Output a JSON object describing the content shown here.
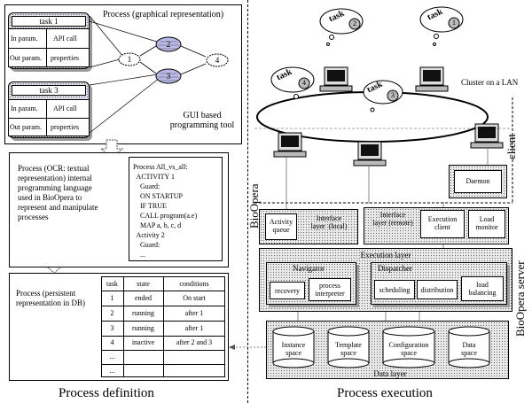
{
  "left": {
    "graph_panel": {
      "title": "Process (graphical representation)",
      "task1": {
        "title": "task 1",
        "in_param": "In param.",
        "api_call": "API call",
        "out_param": "Out param.",
        "properties": "properties"
      },
      "task3": {
        "title": "task 3",
        "in_param": "In param.",
        "api_call": "API call",
        "out_param": "Out param.",
        "properties": "properties"
      },
      "nodes": [
        "1",
        "2",
        "3",
        "4"
      ],
      "gui_label": "GUI based\nprogramming tool"
    },
    "ocr_panel": {
      "desc": "Process (OCR: textual\nrepresentation) internal\nprogramming language\nused in BioOpera to\nrepresent and manipulate\nprocesses",
      "code": "Process All_vs_all:\n  ACTIVITY 1\n    Guard:\n    ON STARTUP\n    IF TRUE\n    CALL program(a.e)\n    MAP a, b, c, d\n  Activity 2\n    Guard:\n    ..."
    },
    "db_panel": {
      "desc": "Process (persistent\nrepresentation in DB)",
      "headers": [
        "task",
        "state",
        "conditions"
      ],
      "rows": [
        [
          "1",
          "ended",
          "On start"
        ],
        [
          "2",
          "running",
          "after 1"
        ],
        [
          "3",
          "running",
          "after 1"
        ],
        [
          "4",
          "inactive",
          "after 2 and 3"
        ],
        [
          "...",
          "",
          ""
        ],
        [
          "...",
          "",
          ""
        ]
      ]
    },
    "caption": "Process definition"
  },
  "right": {
    "tasks": [
      "task",
      "task",
      "task",
      "task"
    ],
    "task_numbers": [
      "1",
      "2",
      "3",
      "4"
    ],
    "cluster_label": "Cluster on a LAN",
    "client_label": "client",
    "bioopera_label": "BioOpera",
    "server_label": "BioOpera server",
    "interface_local": {
      "activity_queue": "Activity\nqueue",
      "label": "Interface\nlayer  (local)"
    },
    "interface_remote": {
      "label": "Interface\nlayer (remote)",
      "execution_client": "Execution\nclient",
      "load_monitor": "Load\nmonitor",
      "daemon": "Daemon"
    },
    "execution_layer": {
      "title": "Execution layer",
      "navigator": {
        "title": "Navigator",
        "recovery": "recovery",
        "interpreter": "process\ninterpreter"
      },
      "dispatcher": {
        "title": "Dispatcher",
        "scheduling": "scheduling",
        "distribution": "distribution",
        "load_balancing": "load\nbalancing"
      }
    },
    "data_layer": {
      "title": "Data layer",
      "spaces": [
        "Instance\nspace",
        "Template\nspace",
        "Configuration\nspace",
        "Data\nspace"
      ]
    },
    "caption": "Process execution"
  }
}
